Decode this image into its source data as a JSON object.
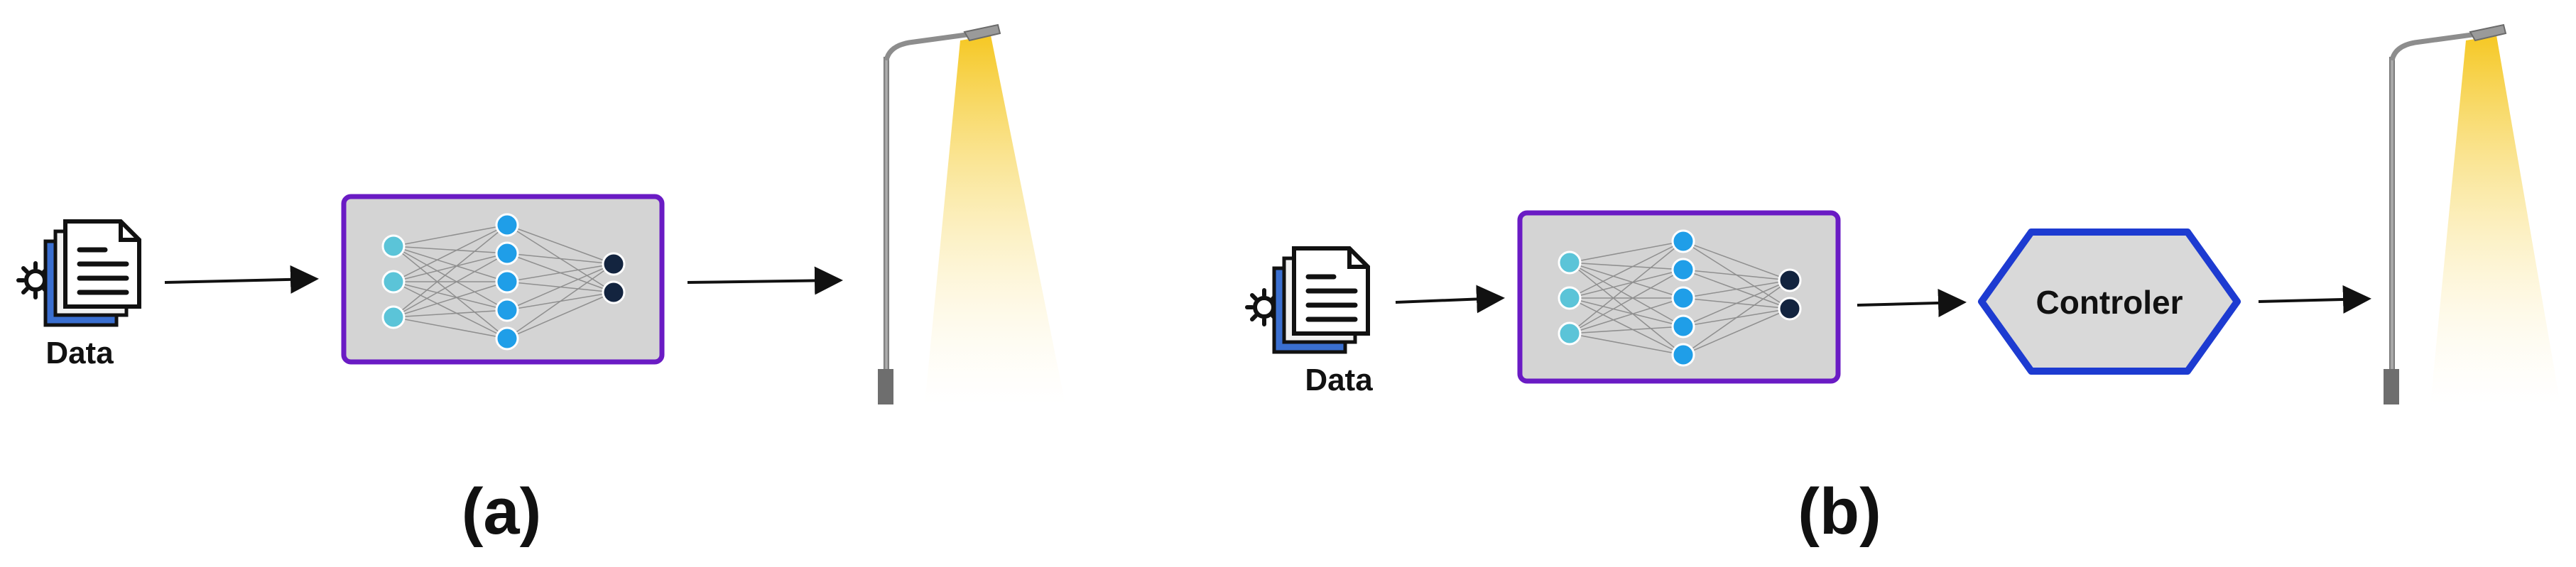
{
  "colors": {
    "nn_box_border": "#6a1bc4",
    "nn_box_fill": "#d4d4d4",
    "input_node": "#5bc4d8",
    "hidden_node": "#1f9ee8",
    "output_node": "#13243f",
    "controller_border": "#1d3bd1",
    "controller_fill": "#d9d9d9",
    "arrow": "#111111",
    "lamp_pole": "#8a8a8a",
    "lamp_light": "#f7cd32"
  },
  "icons": {
    "data": "document-stack-gear-icon",
    "network": "neural-network-icon",
    "lamp": "street-lamp-icon"
  },
  "panel_a": {
    "data_label": "Data",
    "caption": "(a)"
  },
  "panel_b": {
    "data_label": "Data",
    "controller_label": "Controler",
    "caption": "(b)"
  }
}
